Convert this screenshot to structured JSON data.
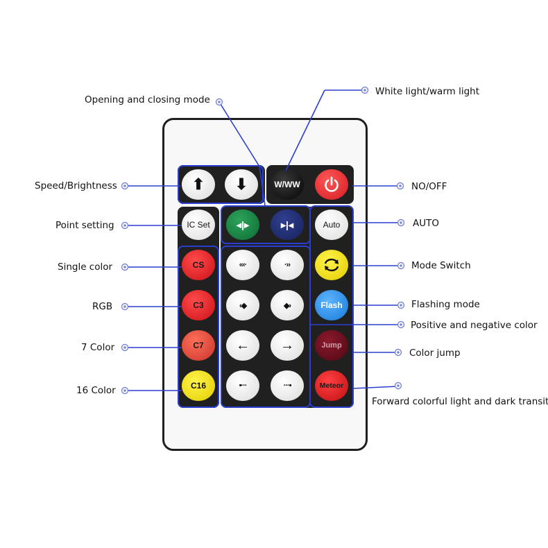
{
  "labels": {
    "opening_closing": "Opening and closing mode",
    "white_warm": "White light/warm light",
    "speed_brightness": "Speed/Brightness",
    "no_off": "NO/OFF",
    "point_setting": "Point setting",
    "auto": "AUTO",
    "single_color": "Single  color",
    "mode_switch": "Mode Switch",
    "rgb": "RGB",
    "flashing_mode": "Flashing mode",
    "positive_negative": "Positive and negative color",
    "seven_color": "7 Color",
    "color_jump": "Color jump",
    "sixteen_color": "16 Color",
    "forward_transition": "Forward colorful light and dark transition"
  },
  "buttons": {
    "up": "⬆",
    "down": "⬇",
    "ww": "W/WW",
    "ic_set": "IC Set",
    "open_green": "◂|▸",
    "close_navy": "▸|◂",
    "auto": "Auto",
    "cs": "CS",
    "c3": "C3",
    "c7": "C7",
    "c16": "C16",
    "flash": "Flash",
    "jump": "Jump",
    "meteor": "Meteor",
    "left_rev": "«‹·",
    "right_fwd": "·››",
    "left_in": "‹◆",
    "right_in": "◆›",
    "left_arrow": "←",
    "right_arrow": "→",
    "left_dot": "•···",
    "right_dot": "···•"
  },
  "colors": {
    "accent_line": "#2a3fcf",
    "power": "#d11a20",
    "auto_yellow": "#fff34a",
    "flash_blue": "#1479d8"
  }
}
